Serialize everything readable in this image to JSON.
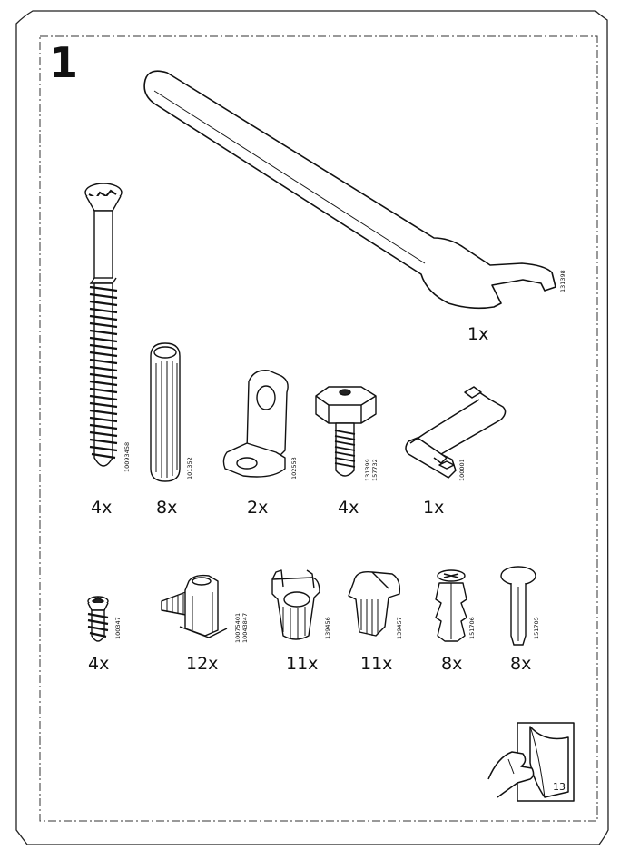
{
  "step_number": "1",
  "page_icon_number": "13",
  "parts": [
    {
      "name": "wrench",
      "quantity": "1x",
      "codes": [
        "131398"
      ]
    },
    {
      "name": "long-screw",
      "quantity": "4x",
      "codes": [
        "10093458"
      ]
    },
    {
      "name": "wood-dowel",
      "quantity": "8x",
      "codes": [
        "101352"
      ]
    },
    {
      "name": "angle-bracket",
      "quantity": "2x",
      "codes": [
        "102553"
      ]
    },
    {
      "name": "adjustable-foot",
      "quantity": "4x",
      "codes": [
        "131399",
        "157732"
      ]
    },
    {
      "name": "allen-key",
      "quantity": "1x",
      "codes": [
        "100001"
      ]
    },
    {
      "name": "short-screw",
      "quantity": "4x",
      "codes": [
        "100347"
      ]
    },
    {
      "name": "cam-dowel",
      "quantity": "12x",
      "codes": [
        "10075401",
        "10043847"
      ]
    },
    {
      "name": "cam-lock-a",
      "quantity": "11x",
      "codes": [
        "139456"
      ]
    },
    {
      "name": "cam-lock-b",
      "quantity": "11x",
      "codes": [
        "139457"
      ]
    },
    {
      "name": "plastic-anchor",
      "quantity": "8x",
      "codes": [
        "151706"
      ]
    },
    {
      "name": "shelf-pin",
      "quantity": "8x",
      "codes": [
        "151705"
      ]
    }
  ]
}
